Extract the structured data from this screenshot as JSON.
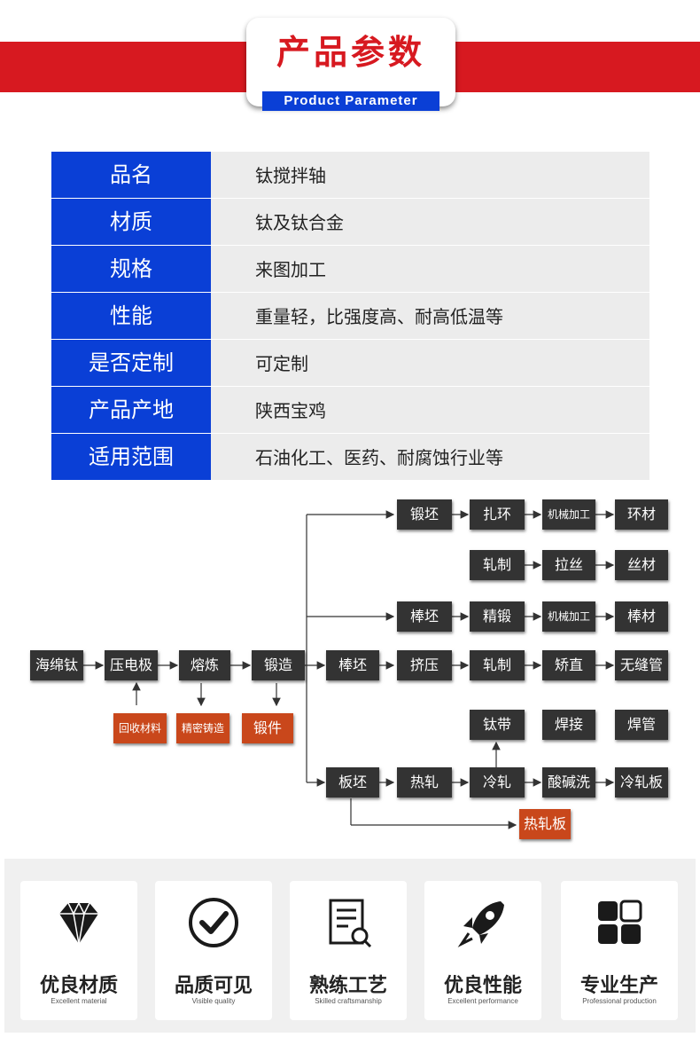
{
  "header": {
    "title_cn": "产品参数",
    "title_en": "Product Parameter"
  },
  "params": [
    {
      "label": "品名",
      "value": "钛搅拌轴"
    },
    {
      "label": "材质",
      "value": "钛及钛合金"
    },
    {
      "label": "规格",
      "value": "来图加工"
    },
    {
      "label": "性能",
      "value": "重量轻，比强度高、耐高低温等"
    },
    {
      "label": "是否定制",
      "value": "可定制"
    },
    {
      "label": "产品产地",
      "value": "陕西宝鸡"
    },
    {
      "label": "适用范围",
      "value": "石油化工、医药、耐腐蚀行业等"
    }
  ],
  "flow": {
    "sponge": "海绵钛",
    "press_electrode": "压电极",
    "smelt": "熔炼",
    "forge": "锻造",
    "recycle": "回收材料",
    "precision_cast": "精密铸造",
    "forging": "锻件",
    "forge_blank": "锻坯",
    "ring_roll": "扎环",
    "machining_1": "机械加工",
    "ring": "环材",
    "roll_1": "轧制",
    "draw": "拉丝",
    "wire": "丝材",
    "bar_blank_1": "棒坯",
    "fine_forge": "精锻",
    "machining_2": "机械加工",
    "bar": "棒材",
    "bar_blank_2": "棒坯",
    "extrude": "挤压",
    "roll_2": "轧制",
    "straighten": "矫直",
    "seamless_tube": "无缝管",
    "strip": "钛带",
    "weld": "焊接",
    "welded_tube": "焊管",
    "plate_blank": "板坯",
    "hot_roll": "热轧",
    "cold_roll": "冷轧",
    "pickle": "酸碱洗",
    "cold_plate": "冷轧板",
    "hot_plate": "热轧板"
  },
  "features": [
    {
      "cn": "优良材质",
      "en": "Excellent material",
      "icon": "diamond-icon"
    },
    {
      "cn": "品质可见",
      "en": "Visible quality",
      "icon": "check-circle-icon"
    },
    {
      "cn": "熟练工艺",
      "en": "Skilled craftsmanship",
      "icon": "document-search-icon"
    },
    {
      "cn": "优良性能",
      "en": "Excellent performance",
      "icon": "rocket-icon"
    },
    {
      "cn": "专业生产",
      "en": "Professional production",
      "icon": "grid-icon"
    }
  ]
}
